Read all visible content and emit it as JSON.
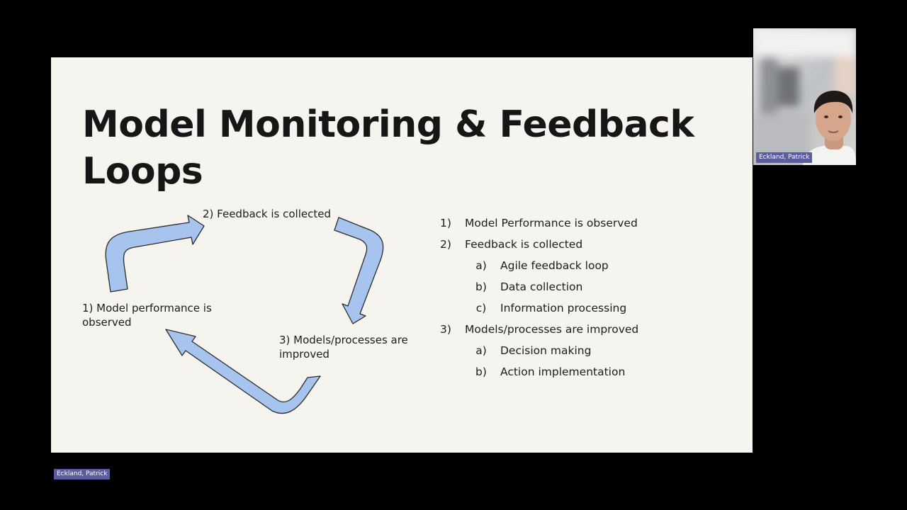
{
  "slide": {
    "title": "Model Monitoring & Feedback Loops",
    "diagram": {
      "step1": [
        "1) Model performance is",
        "observed"
      ],
      "step2": "2) Feedback is collected",
      "step3": [
        "3) Models/processes are",
        "improved"
      ],
      "arrow_color": "#a7c4ef"
    },
    "list": [
      {
        "num": "1)",
        "text": "Model Performance is observed"
      },
      {
        "num": "2)",
        "text": "Feedback is collected"
      },
      {
        "num": "a)",
        "text": "Agile feedback loop",
        "sub": true
      },
      {
        "num": "b)",
        "text": "Data collection",
        "sub": true
      },
      {
        "num": "c)",
        "text": "Information processing",
        "sub": true
      },
      {
        "num": "3)",
        "text": "Models/processes are improved"
      },
      {
        "num": "a)",
        "text": "Decision making",
        "sub": true
      },
      {
        "num": "b)",
        "text": "Action implementation",
        "sub": true
      }
    ]
  },
  "participant": {
    "name": "Eckland, Patrick",
    "tag_color": "#5c5ca0"
  }
}
